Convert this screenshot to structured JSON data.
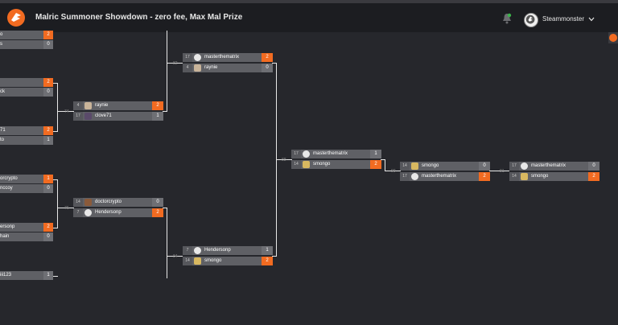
{
  "header": {
    "title": "Malric Summoner Showdown - zero fee, Max Mal Prize",
    "username": "Steammonster",
    "accent": "#f26b21"
  },
  "left_partial": [
    {
      "name": "o",
      "score": "2",
      "win": true
    },
    {
      "name": "s",
      "score": "0",
      "win": false
    },
    {
      "name": "",
      "score": "2",
      "win": true
    },
    {
      "name": "ck",
      "score": "0",
      "win": false
    },
    {
      "name": "71",
      "score": "2",
      "win": true
    },
    {
      "name": "to",
      "score": "1",
      "win": false
    },
    {
      "name": "orcrypto",
      "score": "1",
      "win": true
    },
    {
      "name": "nccoy",
      "score": "0",
      "win": false
    },
    {
      "name": "ersonp",
      "score": "2",
      "win": true
    },
    {
      "name": "hain",
      "score": "0",
      "win": false
    },
    {
      "name": "iii123",
      "score": "1",
      "win": false
    }
  ],
  "matches": {
    "m74": {
      "label": "74",
      "p1": {
        "seed": "4",
        "name": "raynie",
        "score": "2",
        "win": true
      },
      "p2": {
        "seed": "17",
        "name": "clove71",
        "score": "1",
        "win": false
      }
    },
    "m76": {
      "label": "76",
      "p1": {
        "seed": "14",
        "name": "doctorcrypto",
        "score": "0",
        "win": false
      },
      "p2": {
        "seed": "7",
        "name": "Hendersonp",
        "score": "2",
        "win": true
      }
    },
    "m82": {
      "label": "82",
      "p1": {
        "seed": "17",
        "name": "masterthematrix",
        "score": "2",
        "win": true
      },
      "p2": {
        "seed": "4",
        "name": "raynie",
        "score": "0",
        "win": false
      }
    },
    "m84": {
      "label": "84",
      "p1": {
        "seed": "7",
        "name": "Hendersonp",
        "score": "1",
        "win": false
      },
      "p2": {
        "seed": "14",
        "name": "smongo",
        "score": "2",
        "win": true
      }
    },
    "m88": {
      "label": "88",
      "p1": {
        "seed": "17",
        "name": "masterthematrix",
        "score": "1",
        "win": false
      },
      "p2": {
        "seed": "14",
        "name": "smongo",
        "score": "2",
        "win": true
      }
    },
    "m90": {
      "label": "90",
      "p1": {
        "seed": "14",
        "name": "smongo",
        "score": "0",
        "win": false
      },
      "p2": {
        "seed": "17",
        "name": "masterthematrix",
        "score": "2",
        "win": true
      }
    },
    "m91": {
      "label": "91",
      "p1": {
        "seed": "17",
        "name": "masterthematrix",
        "score": "0",
        "win": false
      },
      "p2": {
        "seed": "14",
        "name": "smongo",
        "score": "2",
        "win": true
      }
    }
  }
}
